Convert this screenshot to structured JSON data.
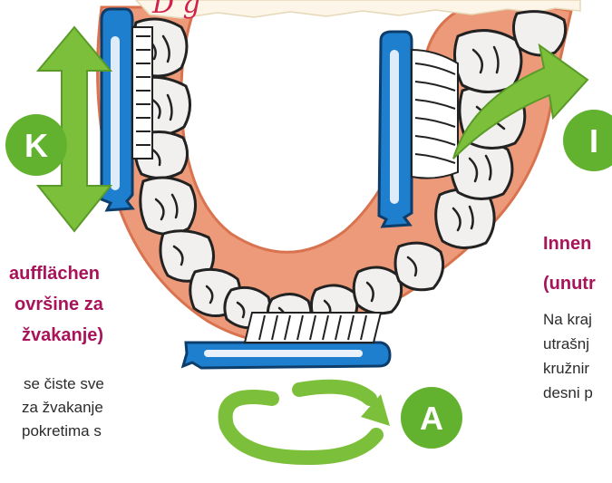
{
  "banner": {
    "script_text": "D  g"
  },
  "badges": {
    "left": "K",
    "right": "I",
    "bottom": "A"
  },
  "left_section": {
    "heading_lines": [
      "aufflächen",
      "ovršine za",
      "žvakanje)"
    ],
    "body_lines": [
      "se čiste sve",
      "za žvakanje",
      "pokretima s"
    ]
  },
  "right_section": {
    "heading_lines": [
      "Innen",
      "(unutr"
    ],
    "body_lines": [
      "Na kraj",
      "utrašnj",
      "kružnir",
      "desni p"
    ]
  },
  "colors": {
    "gum": "#ec9a79",
    "gum_outline": "#d9734f",
    "tooth": "#f2f0ee",
    "brush_blue": "#1e7fce",
    "arrow_green": "#7cbf3a",
    "badge_green": "#62b230",
    "heading": "#a8135a",
    "banner": "#fdf6e8"
  },
  "icons": {
    "vertical_arrow": "double-headed-vertical-arrow",
    "curved_arrow": "curved-right-arrow",
    "circular_arrow": "circular-arrow"
  }
}
